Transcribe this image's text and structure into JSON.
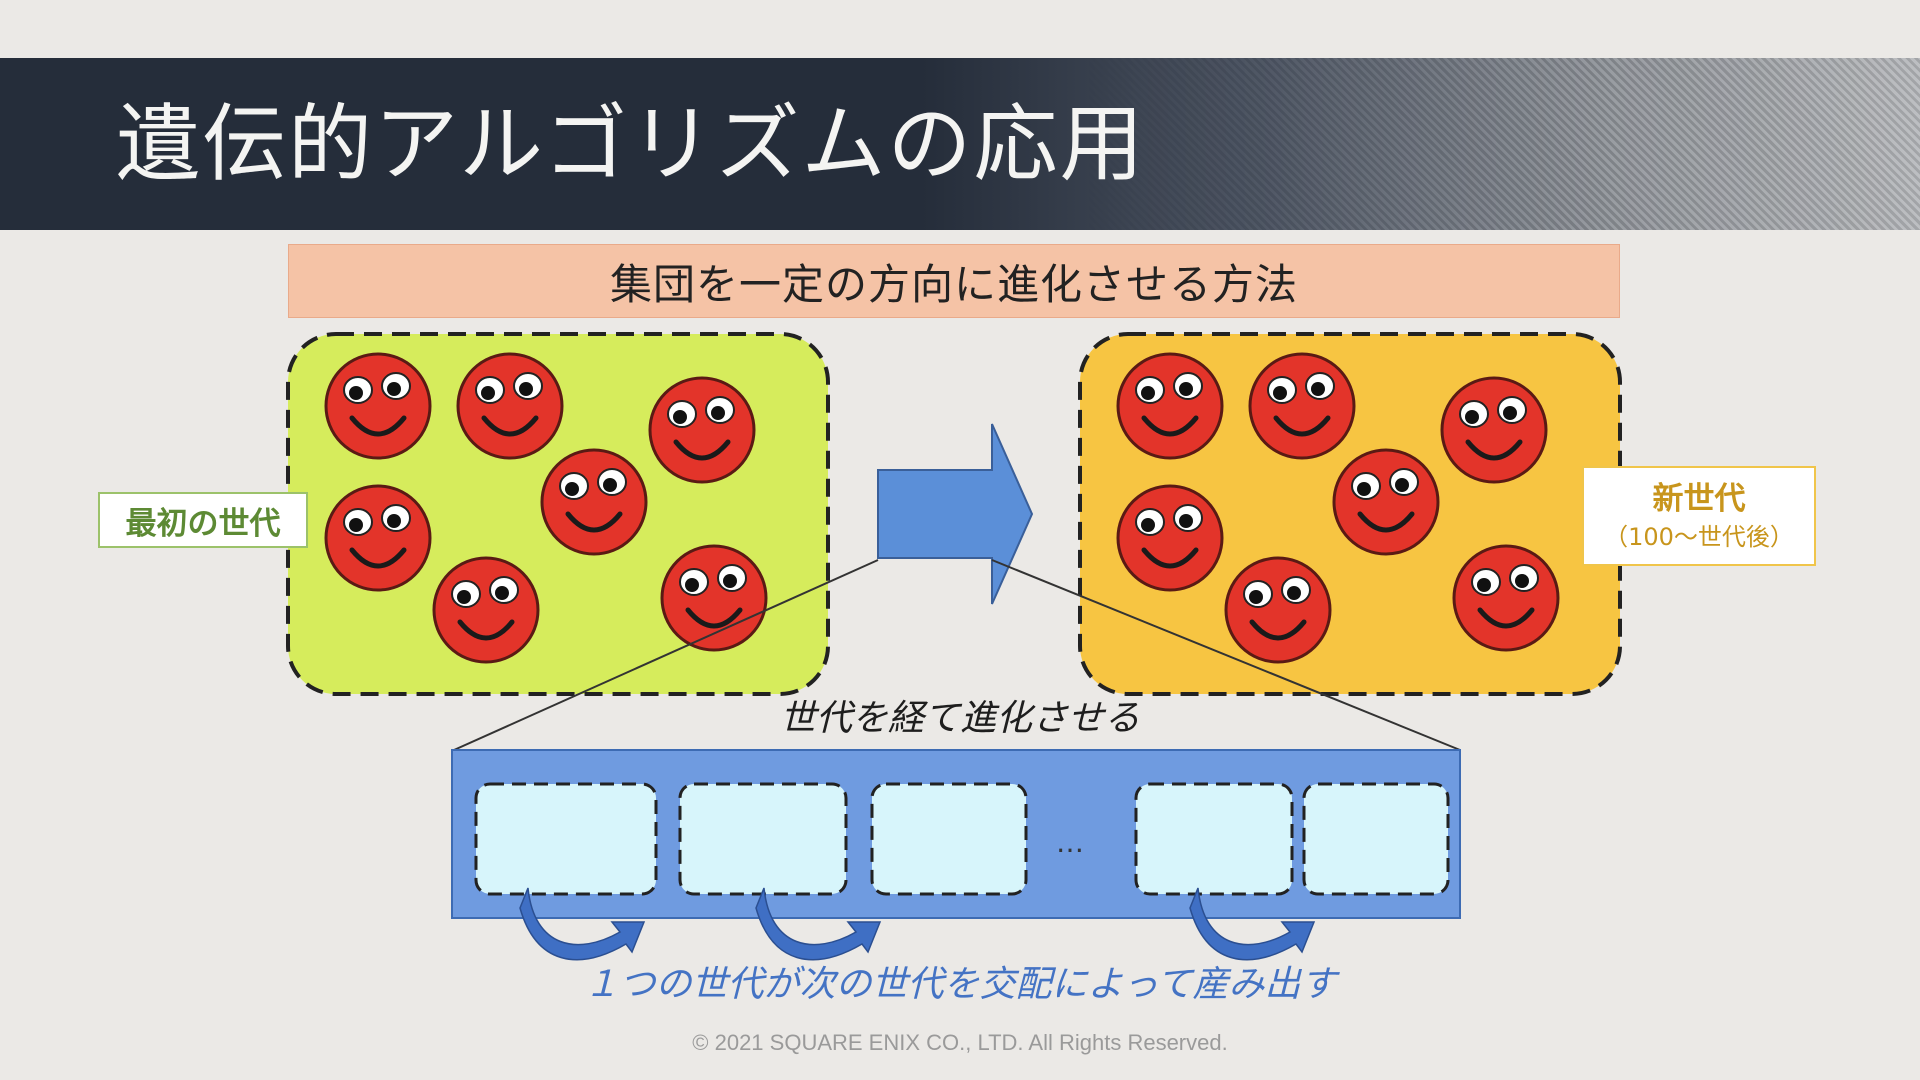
{
  "slide": {
    "title": "遺伝的アルゴリズムの応用",
    "subtitle": "集団を一定の方向に進化させる方法",
    "first_generation_label": "最初の世代",
    "new_generation_label": "新世代",
    "new_generation_sublabel": "（100～世代後）",
    "evolve_caption": "世代を経て進化させる",
    "ellipsis": "…",
    "crossover_caption": "１つの世代が次の世代を交配によって産み出す",
    "copyright": "© 2021 SQUARE ENIX CO., LTD. All Rights Reserved."
  },
  "colors": {
    "title_bar": "#252d3a",
    "subtitle_fill": "#f5c3a6",
    "first_population_fill": "#d6ec5c",
    "new_population_fill": "#f7c542",
    "agent_red": "#e3342a",
    "arrow_blue": "#5b8fd8",
    "generation_strip": "#6f9be0",
    "generation_cell": "#d7f5fb",
    "crossover_arrow": "#3f6fc4"
  },
  "icons": {
    "agent": "smiley-face-icon",
    "transition": "right-arrow-icon",
    "crossover": "curved-arrow-icon"
  }
}
